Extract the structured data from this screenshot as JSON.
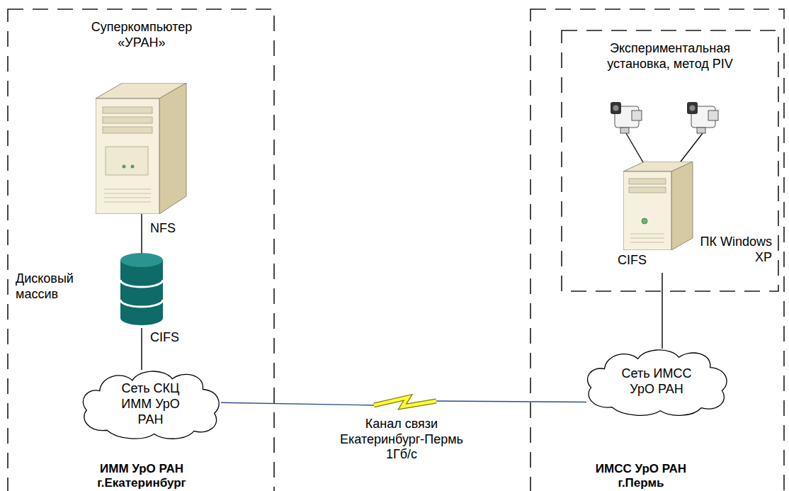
{
  "diagram": {
    "nodes": [
      {
        "text": [
          "ИММ УрО РАН г.Екатеринбург"
        ]
      },
      {
        "text": [
          "Суперкомпьютер «УРАН»"
        ],
        "in": 0
      },
      {
        "text": [
          "Дисковый массив"
        ],
        "in": 0
      },
      {
        "text": [
          "Сеть СКЦ ИММ УрО РАН"
        ],
        "in": 0
      },
      {
        "text": [
          "ИМСС УрО РАН г.Пермь"
        ]
      },
      {
        "text": [
          "Экспериментальная установка, метод PIV"
        ],
        "in": 4
      },
      {
        "text": [
          "ПК Windows XP"
        ],
        "in": 5
      },
      {
        "text": [
          "Сеть ИМСС УрО РАН"
        ],
        "in": 4
      }
    ],
    "edges": [
      {
        "from": 1,
        "to": 2,
        "arrow": "none",
        "label": "NFS"
      },
      {
        "from": 2,
        "to": 3,
        "arrow": "none",
        "label": "CIFS"
      },
      {
        "from": 3,
        "to": 7,
        "arrow": "none",
        "label": "Канал связи Екатеринбург-Пермь 1Гб/с"
      },
      {
        "from": 6,
        "to": 7,
        "arrow": "none",
        "label": "CIFS"
      }
    ]
  }
}
